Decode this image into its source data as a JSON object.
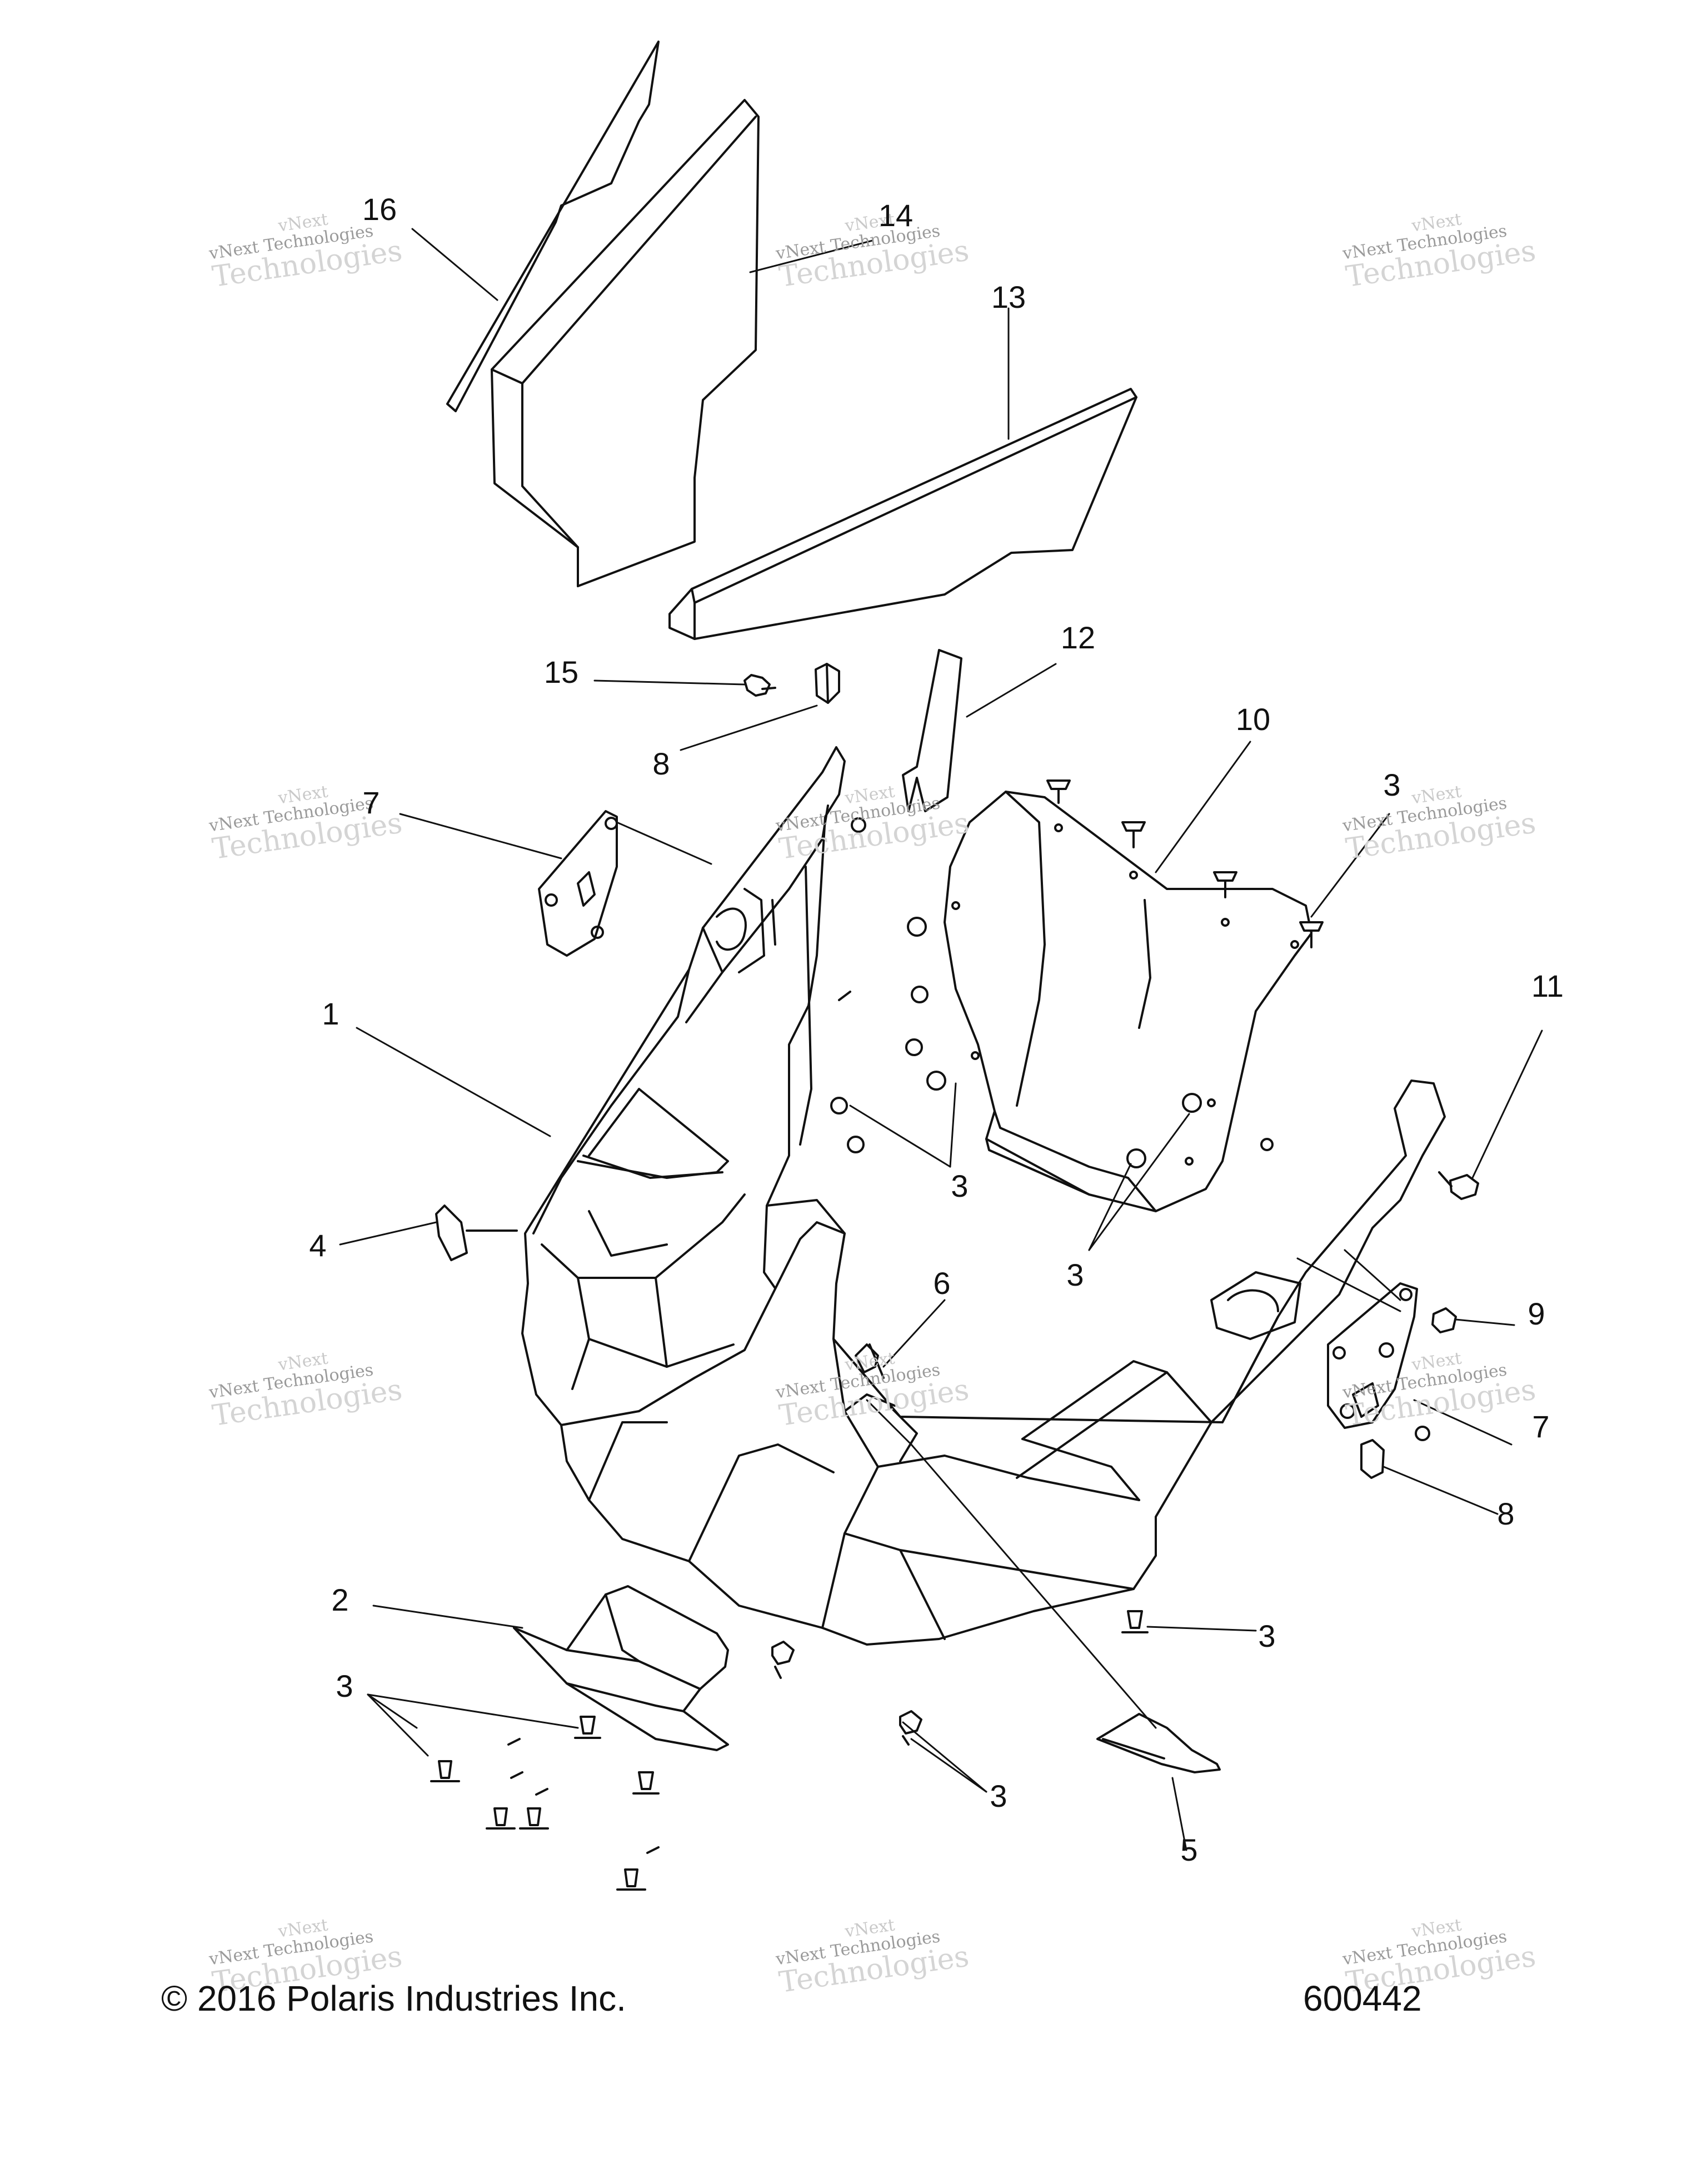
{
  "diagram": {
    "callouts": [
      {
        "id": "c16",
        "text": "16"
      },
      {
        "id": "c14",
        "text": "14"
      },
      {
        "id": "c13",
        "text": "13"
      },
      {
        "id": "c15",
        "text": "15"
      },
      {
        "id": "c12",
        "text": "12"
      },
      {
        "id": "c8a",
        "text": "8"
      },
      {
        "id": "c10",
        "text": "10"
      },
      {
        "id": "c7a",
        "text": "7"
      },
      {
        "id": "c3a",
        "text": "3"
      },
      {
        "id": "c11",
        "text": "11"
      },
      {
        "id": "c1",
        "text": "1"
      },
      {
        "id": "c3b",
        "text": "3"
      },
      {
        "id": "c4",
        "text": "4"
      },
      {
        "id": "c3c",
        "text": "3"
      },
      {
        "id": "c6",
        "text": "6"
      },
      {
        "id": "c9",
        "text": "9"
      },
      {
        "id": "c7b",
        "text": "7"
      },
      {
        "id": "c8b",
        "text": "8"
      },
      {
        "id": "c2",
        "text": "2"
      },
      {
        "id": "c3d",
        "text": "3"
      },
      {
        "id": "c3e",
        "text": "3"
      },
      {
        "id": "c3f",
        "text": "3"
      },
      {
        "id": "c5",
        "text": "5"
      }
    ],
    "watermark": {
      "line1": "vNext",
      "line2": "vNext Technologies",
      "line3": "Technologies"
    },
    "copyright": "© 2016 Polaris Industries Inc.",
    "diagram_number": "600442"
  }
}
